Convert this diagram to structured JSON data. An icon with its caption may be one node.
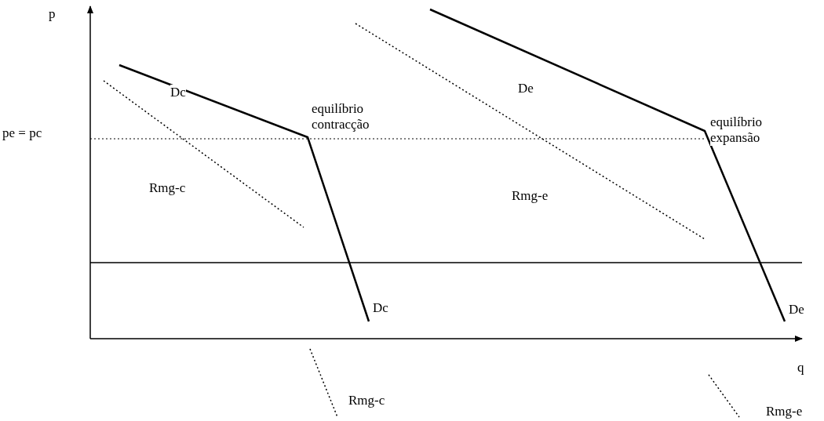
{
  "diagram": {
    "labels": [
      "p",
      "De",
      "Dc",
      "equilíbrio contracção",
      "pe = pc",
      "equilíbrio expansão",
      "Rmg-c",
      "Rmg-e",
      "Dc",
      "De",
      "q",
      "Rmg-c",
      "Rmg-e"
    ]
  }
}
